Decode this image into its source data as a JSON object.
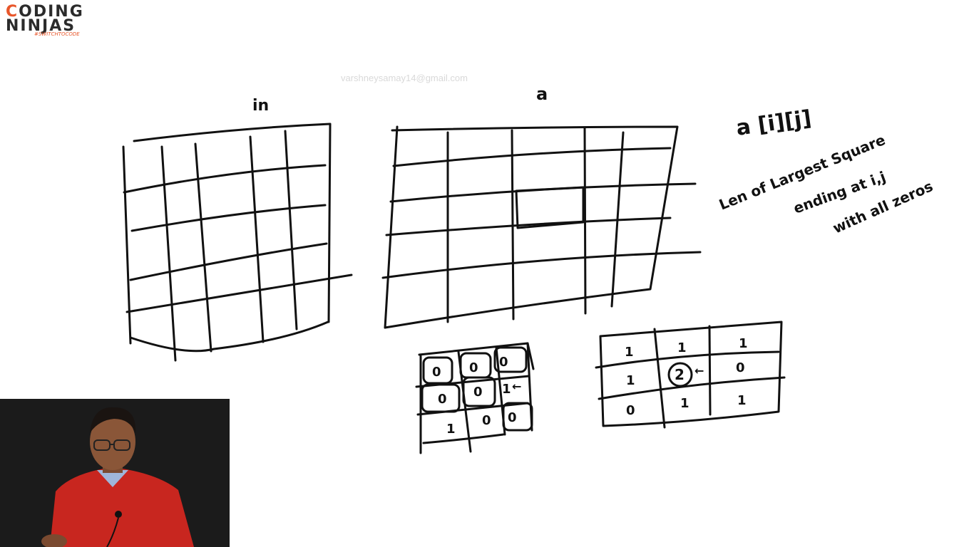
{
  "logo": {
    "line1_accent": "C",
    "line1_rest": "ODING",
    "line2": "NINJAS",
    "tagline": "#SWITCHTOCODE"
  },
  "watermark": "varshneysamay14@gmail.com",
  "board": {
    "label_in": "in",
    "label_a": "a",
    "note": {
      "line1": "a [i][j]",
      "line2": "Len of Largest Square",
      "line3": "ending at i,j",
      "line4": "with all zeros"
    },
    "small_grid_left": {
      "cells": [
        [
          "0",
          "0",
          "0"
        ],
        [
          "0",
          "0",
          "1"
        ],
        [
          "1",
          "0",
          "0"
        ]
      ]
    },
    "small_grid_right": {
      "cells": [
        [
          "1",
          "1",
          "1"
        ],
        [
          "1",
          "2",
          "0"
        ],
        [
          "0",
          "1",
          "1"
        ]
      ]
    },
    "arrow_mark": "←"
  },
  "colors": {
    "background": "#ffffff",
    "ink": "#111111",
    "brand_accent": "#e8562a",
    "webcam_bg": "#1b1b1b",
    "shirt": "#c8261f"
  },
  "icons": {
    "logo": "coding-ninjas-logo",
    "presenter": "presenter-video"
  }
}
